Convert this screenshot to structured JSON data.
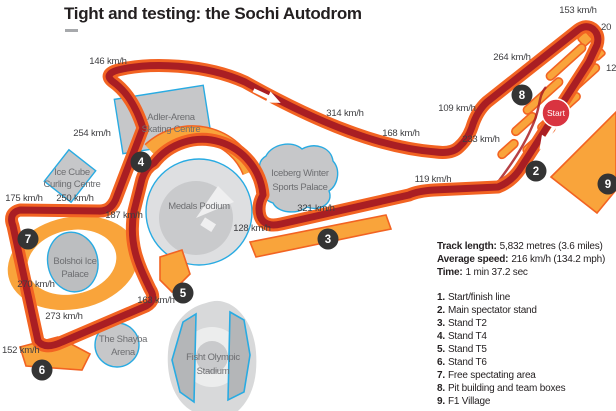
{
  "title": "Tight and testing: the Sochi Autodrom",
  "colors": {
    "track_outer": "#F26322",
    "track_inner": "#A91E23",
    "stand": "#F9A43B",
    "stand_edge": "#F26322",
    "building_gray": "#C6C7C9",
    "building_outline": "#29ABE2",
    "marker_bg": "#343434",
    "start_red": "#D93440"
  },
  "map": {
    "start_label": "Start",
    "speed_labels": [
      {
        "text": "146 km/h"
      },
      {
        "text": "254 km/h"
      },
      {
        "text": "314 km/h"
      },
      {
        "text": "168 km/h"
      },
      {
        "text": "109 km/h"
      },
      {
        "text": "233 km/h"
      },
      {
        "text": "264 km/h"
      },
      {
        "text": "153 km/h"
      },
      {
        "text": "119 km/h"
      },
      {
        "text": "321 km/h"
      },
      {
        "text": "128 km/h"
      },
      {
        "text": "187 km/h"
      },
      {
        "text": "250 km/h"
      },
      {
        "text": "175 km/h"
      },
      {
        "text": "270 km/h"
      },
      {
        "text": "273 km/h"
      },
      {
        "text": "163 km/h"
      },
      {
        "text": "152 km/h"
      },
      {
        "text": "20"
      },
      {
        "text": "12"
      }
    ],
    "buildings": {
      "adler": {
        "lines": [
          "Adler-Arena",
          "Skating Centre"
        ]
      },
      "icecube": {
        "lines": [
          "Ice Cube",
          "Curling Centre"
        ]
      },
      "iceberg": {
        "lines": [
          "Iceberg Winter",
          "Sports Palace"
        ]
      },
      "podium": {
        "lines": [
          "Medals Podium"
        ]
      },
      "bolshoi": {
        "lines": [
          "Bolshoi Ice",
          "Palace"
        ]
      },
      "shayba": {
        "lines": [
          "The Shayba",
          "Arena"
        ]
      },
      "fisht": {
        "lines": [
          "Fisht Olympic",
          "Stadium"
        ]
      }
    },
    "markers": [
      {
        "n": "2"
      },
      {
        "n": "3"
      },
      {
        "n": "4"
      },
      {
        "n": "5"
      },
      {
        "n": "6"
      },
      {
        "n": "7"
      },
      {
        "n": "8"
      },
      {
        "n": "9"
      }
    ]
  },
  "stats": [
    {
      "label": "Track length:",
      "value": "5,832 metres (3.6 miles)"
    },
    {
      "label": "Average speed:",
      "value": "216 km/h (134.2 mph)"
    },
    {
      "label": "Time:",
      "value": "1 min 37.2 sec"
    }
  ],
  "legend": [
    {
      "num": "1.",
      "text": "Start/finish line"
    },
    {
      "num": "2.",
      "text": "Main spectator stand"
    },
    {
      "num": "3.",
      "text": "Stand T2"
    },
    {
      "num": "4.",
      "text": "Stand T4"
    },
    {
      "num": "5.",
      "text": "Stand T5"
    },
    {
      "num": "6.",
      "text": "Stand T6"
    },
    {
      "num": "7.",
      "text": "Free spectating area"
    },
    {
      "num": "8.",
      "text": "Pit building and team boxes"
    },
    {
      "num": "9.",
      "text": "F1 Village"
    }
  ]
}
